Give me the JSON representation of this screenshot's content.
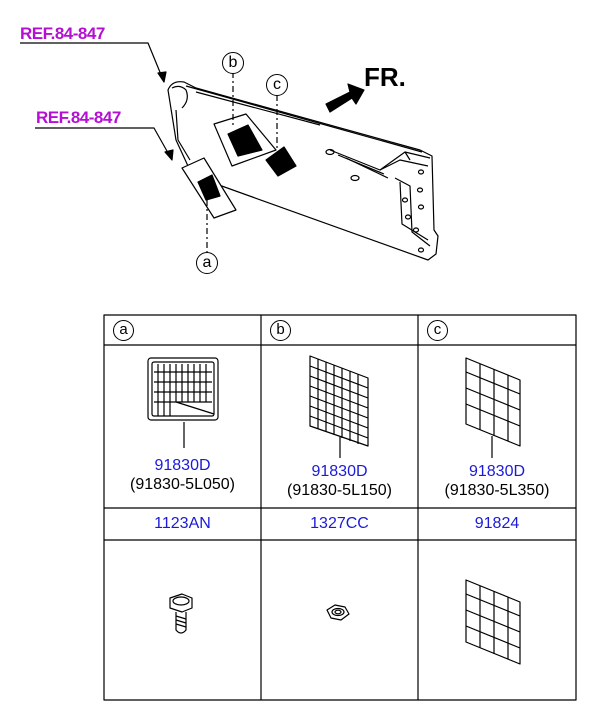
{
  "diagram": {
    "references": [
      "REF.84-847",
      "REF.84-847"
    ],
    "direction_label": "FR.",
    "callouts": [
      "b",
      "c",
      "a"
    ]
  },
  "table": {
    "headers": [
      "a",
      "b",
      "c"
    ],
    "parts": [
      {
        "part_no": "91830D",
        "alt_no": "(91830-5L050)"
      },
      {
        "part_no": "91830D",
        "alt_no": "(91830-5L150)"
      },
      {
        "part_no": "91830D",
        "alt_no": "(91830-5L350)"
      }
    ],
    "sub_parts": [
      "1123AN",
      "1327CC",
      "91824"
    ]
  }
}
